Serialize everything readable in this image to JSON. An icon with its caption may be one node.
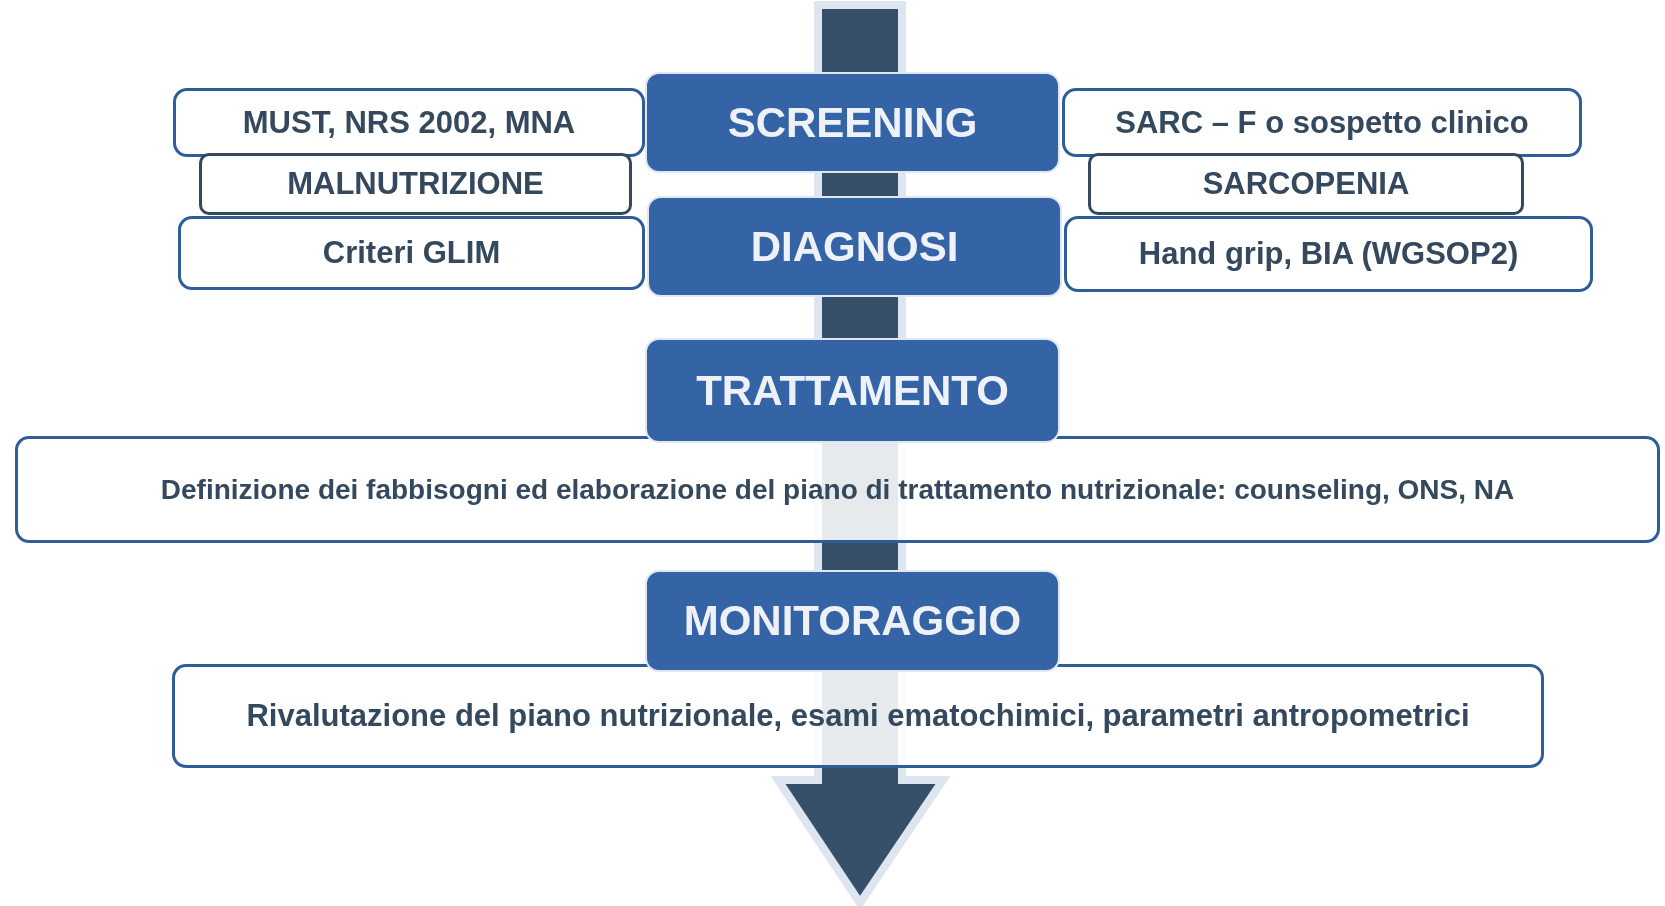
{
  "diagram": {
    "nodes": [
      {
        "text": [
          "MUST, NRS 2002, MNA"
        ]
      },
      {
        "text": [
          "SARC – F o sospetto clinico"
        ]
      },
      {
        "text": [
          "Criteri GLIM"
        ]
      },
      {
        "text": [
          "Hand grip, BIA (WGSOP2)"
        ]
      },
      {
        "text": [
          "MALNUTRIZIONE"
        ]
      },
      {
        "text": [
          "SARCOPENIA"
        ]
      },
      {
        "text": [
          "SCREENING"
        ]
      },
      {
        "text": [
          "DIAGNOSI"
        ]
      },
      {
        "text": [
          "TRATTAMENTO"
        ]
      },
      {
        "text": [
          "Definizione dei fabbisogni ed elaborazione del piano di trattamento nutrizionale: counseling, ONS, NA"
        ]
      },
      {
        "text": [
          "MONITORAGGIO"
        ]
      },
      {
        "text": [
          "Rivalutazione del piano nutrizionale, esami ematochimici, parametri antropometrici"
        ]
      }
    ],
    "edges": []
  }
}
